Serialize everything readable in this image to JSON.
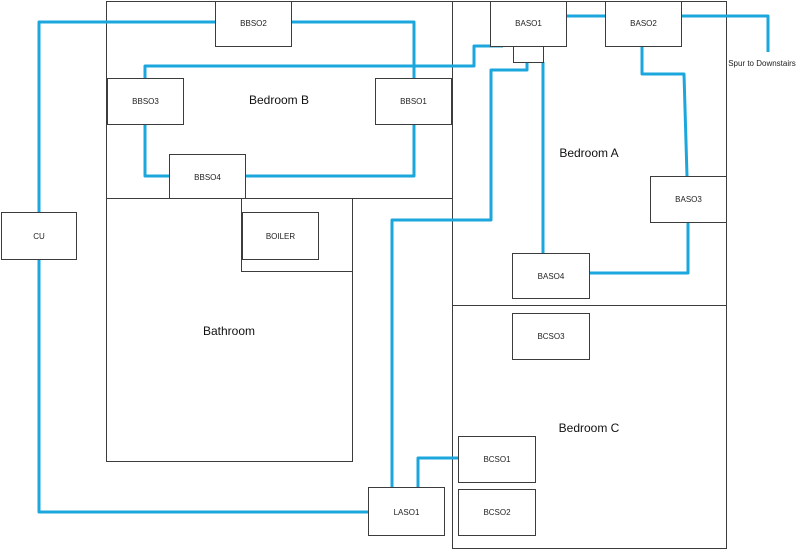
{
  "rooms": {
    "bedroom_b": "Bedroom B",
    "bedroom_a": "Bedroom A",
    "bathroom": "Bathroom",
    "bedroom_c": "Bedroom C"
  },
  "sockets": {
    "bbso2": "BBSO2",
    "bbso3": "BBSO3",
    "bbso1": "BBSO1",
    "bbso4": "BBSO4",
    "baso1": "BASO1",
    "baso2": "BASO2",
    "baso3": "BASO3",
    "baso4": "BASO4",
    "bcso3": "BCSO3",
    "bcso1": "BCSO1",
    "bcso2": "BCSO2",
    "laso1": "LASO1",
    "cu": "CU",
    "boiler": "BOILER"
  },
  "notes": {
    "spur": "Spur to Downstairs"
  },
  "colors": {
    "cable": "#1ba7dd",
    "wall": "#3c3c3c"
  }
}
